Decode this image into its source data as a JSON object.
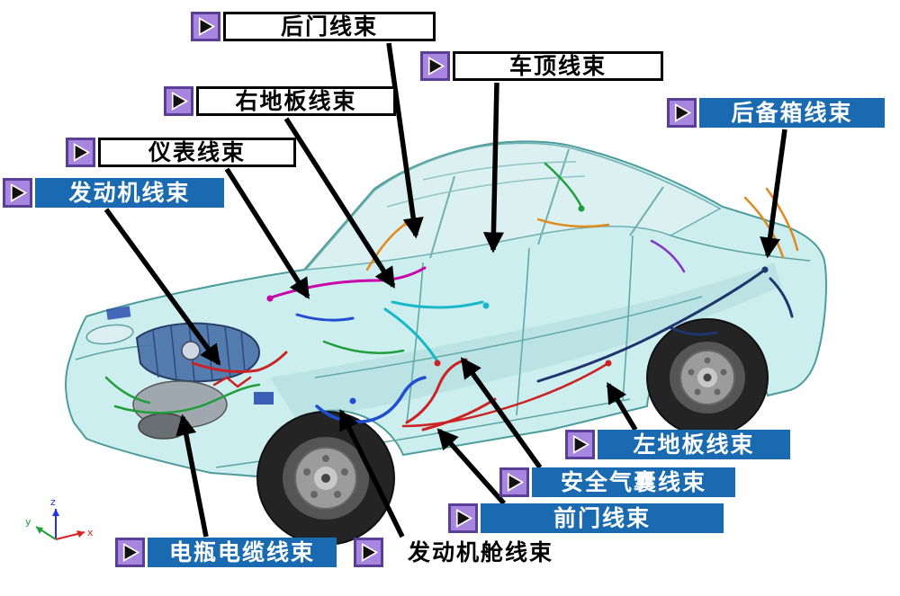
{
  "figure": {
    "description": "Car body wiring harness location diagram",
    "background": "#ffffff"
  },
  "labels": [
    {
      "id": "rear-door-harness",
      "text": "后门线束",
      "variant": "white"
    },
    {
      "id": "roof-harness",
      "text": "车顶线束",
      "variant": "white"
    },
    {
      "id": "right-floor-harness",
      "text": "右地板线束",
      "variant": "white"
    },
    {
      "id": "instrument-harness",
      "text": "仪表线束",
      "variant": "white"
    },
    {
      "id": "engine-harness",
      "text": "发动机线束",
      "variant": "blue"
    },
    {
      "id": "trunk-harness",
      "text": "后备箱线束",
      "variant": "blue"
    },
    {
      "id": "left-floor-harness",
      "text": "左地板线束",
      "variant": "blue"
    },
    {
      "id": "airbag-harness",
      "text": "安全气囊线束",
      "variant": "blue"
    },
    {
      "id": "front-door-harness",
      "text": "前门线束",
      "variant": "blue"
    },
    {
      "id": "engine-bay-harness",
      "text": "发动机舱线束",
      "variant": "plain"
    },
    {
      "id": "battery-cable-harness",
      "text": "电瓶电缆线束",
      "variant": "blue"
    }
  ],
  "axes": {
    "x": "x",
    "y": "y",
    "z": "z"
  },
  "icons": {
    "marker": "play-triangle-icon"
  },
  "colors": {
    "label_blue": "#1a6ab2",
    "icon_purple_fill": "#a886e0",
    "icon_purple_border": "#5a3f96",
    "body_teal": "#bfe9e9",
    "body_edge": "#4d9c9c",
    "arrow_black": "#000000"
  }
}
